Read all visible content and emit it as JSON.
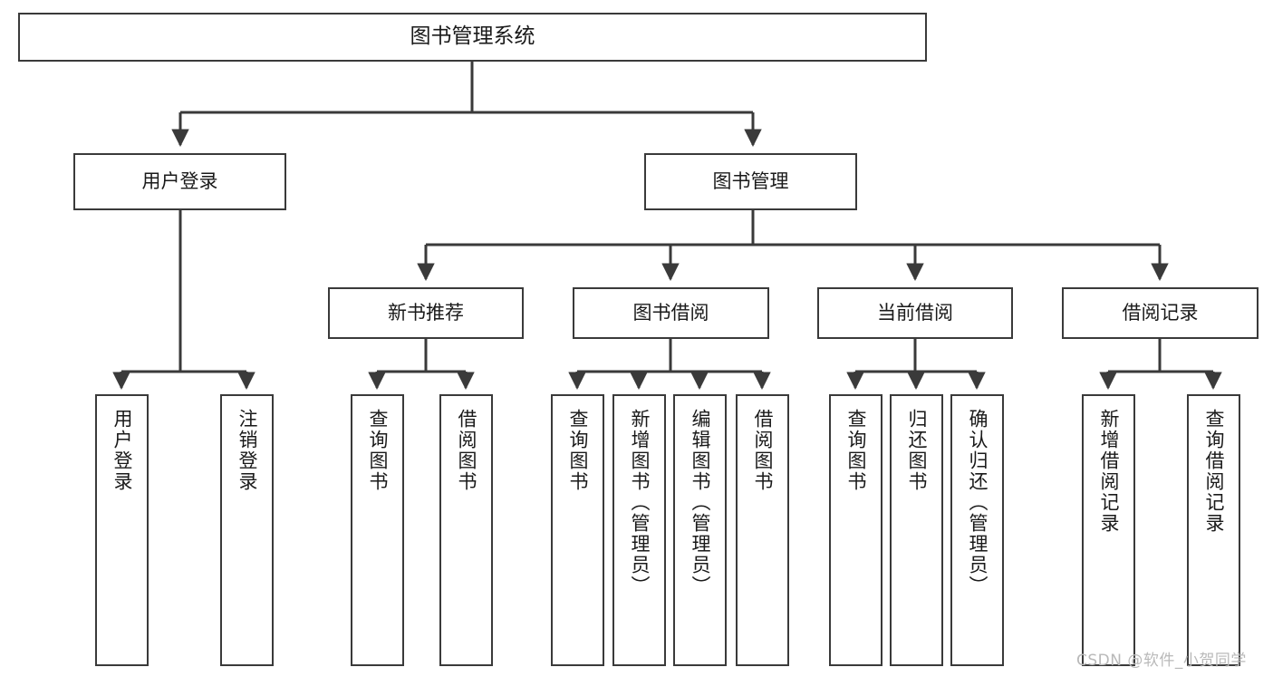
{
  "diagram": {
    "title": "图书管理系统",
    "type": "tree",
    "watermark": "CSDN @软件_小贺同学",
    "colors": {
      "node_border": "#3a3a3a",
      "node_fill": "#ffffff",
      "edge": "#3a3a3a",
      "text": "#1a1a1a",
      "watermark": "#b9b9b9",
      "background": "#ffffff"
    },
    "root": {
      "label": "图书管理系统"
    },
    "level2": [
      {
        "label": "用户登录"
      },
      {
        "label": "图书管理"
      }
    ],
    "level3": [
      {
        "label": "新书推荐"
      },
      {
        "label": "图书借阅"
      },
      {
        "label": "当前借阅"
      },
      {
        "label": "借阅记录"
      }
    ],
    "leaves": {
      "user_login": [
        {
          "label": "用户登录"
        },
        {
          "label": "注销登录"
        }
      ],
      "new_book_recommend": [
        {
          "label": "查询图书"
        },
        {
          "label": "借阅图书"
        }
      ],
      "book_borrow": [
        {
          "label": "查询图书"
        },
        {
          "label": "新增图书（管理员）"
        },
        {
          "label": "编辑图书（管理员）"
        },
        {
          "label": "借阅图书"
        }
      ],
      "current_borrow": [
        {
          "label": "查询图书"
        },
        {
          "label": "归还图书"
        },
        {
          "label": "确认归还（管理员）"
        }
      ],
      "borrow_record": [
        {
          "label": "新增借阅记录"
        },
        {
          "label": "查询借阅记录"
        }
      ]
    }
  }
}
